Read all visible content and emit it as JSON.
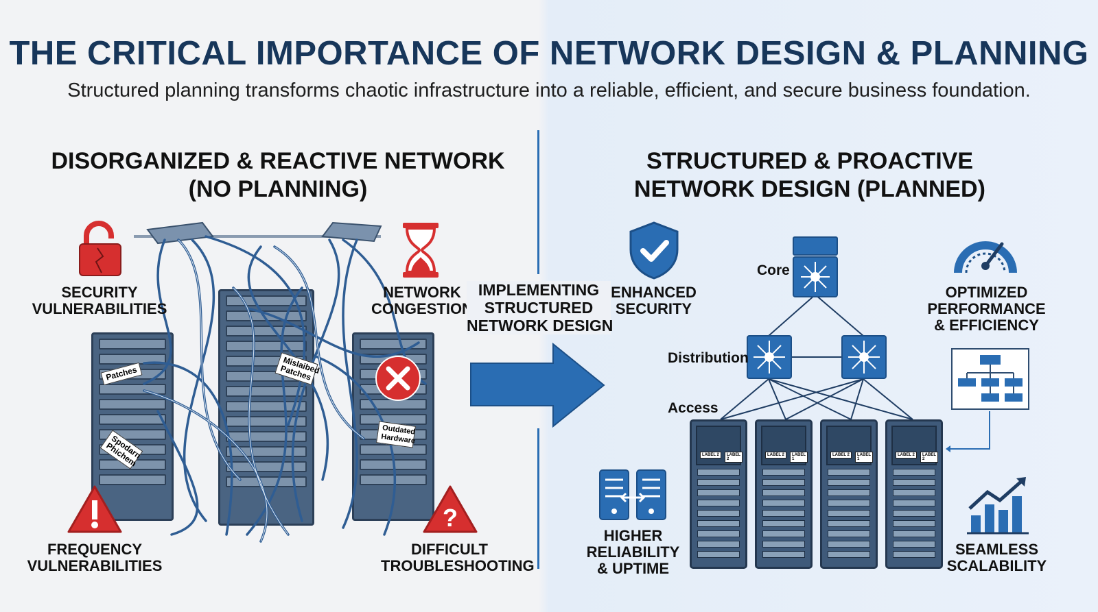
{
  "title": "THE CRITICAL IMPORTANCE OF NETWORK DESIGN & PLANNING",
  "subtitle": "Structured planning transforms chaotic infrastructure into a reliable, efficient, and secure business foundation.",
  "left": {
    "heading_line1": "DISORGANIZED & REACTIVE NETWORK",
    "heading_line2": "(NO PLANNING)",
    "issues": [
      {
        "line1": "SECURITY",
        "line2": "VULNERABILITIES",
        "icon": "broken-lock-icon"
      },
      {
        "line1": "NETWORK",
        "line2": "CONGESTION",
        "icon": "hourglass-icon"
      },
      {
        "line1": "FREQUENCY",
        "line2": "VULNERABILITIES",
        "icon": "warning-icon"
      },
      {
        "line1": "DIFFICULT",
        "line2": "TROUBLESHOOTING",
        "icon": "question-warning-icon"
      }
    ],
    "tags": [
      "Patches",
      "Mislaibed Patches",
      "Spodarn Phichem",
      "Outdated Hardware"
    ]
  },
  "middle": {
    "line1": "IMPLEMENTING",
    "line2": "STRUCTURED",
    "line3": "NETWORK DESIGN"
  },
  "right": {
    "heading_line1": "STRUCTURED & PROACTIVE",
    "heading_line2": "NETWORK DESIGN (PLANNED)",
    "layers": {
      "core": "Core",
      "distribution": "Distribution",
      "access": "Access"
    },
    "benefits": [
      {
        "line1": "ENHANCED",
        "line2": "SECURITY",
        "icon": "shield-check-icon"
      },
      {
        "line1": "OPTIMIZED",
        "line2": "PERFORMANCE",
        "line3": "& EFFICIENCY",
        "icon": "speedometer-icon"
      },
      {
        "line1": "HIGHER",
        "line2": "RELIABILITY",
        "line3": "& UPTIME",
        "icon": "redundant-servers-icon"
      },
      {
        "line1": "SEAMLESS",
        "line2": "SCALABILITY",
        "icon": "growth-chart-icon"
      }
    ],
    "rack_labels": [
      [
        "LABEL 2",
        "LABEL 2"
      ],
      [
        "LABEL 2",
        "LABEL 1"
      ],
      [
        "LABEL 2",
        "LABEL 1"
      ],
      [
        "LABEL 2",
        "LABEL 2"
      ]
    ]
  },
  "colors": {
    "navy": "#17365a",
    "blue": "#2a6db3",
    "red": "#d62f2f"
  }
}
